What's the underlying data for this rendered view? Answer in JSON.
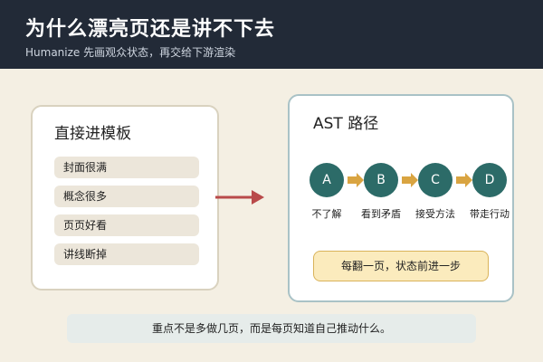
{
  "header": {
    "title": "为什么漂亮页还是讲不下去",
    "subtitle": "Humanize 先画观众状态，再交给下游渲染"
  },
  "left_card": {
    "title": "直接进模板",
    "items": [
      "封面很满",
      "概念很多",
      "页页好看",
      "讲线断掉"
    ]
  },
  "right_card": {
    "title": "AST 路径",
    "nodes": [
      {
        "letter": "A",
        "label": "不了解"
      },
      {
        "letter": "B",
        "label": "看到矛盾"
      },
      {
        "letter": "C",
        "label": "接受方法"
      },
      {
        "letter": "D",
        "label": "带走行动"
      }
    ],
    "note": "每翻一页，状态前进一步"
  },
  "footer": {
    "text": "重点不是多做几页，而是每页知道自己推动什么。"
  },
  "colors": {
    "header_bg": "#222a37",
    "node_fill": "#2c6b68",
    "arrow_red": "#b94a4a",
    "arrow_gold": "#d9a441",
    "note_fill": "#fbebbd"
  }
}
